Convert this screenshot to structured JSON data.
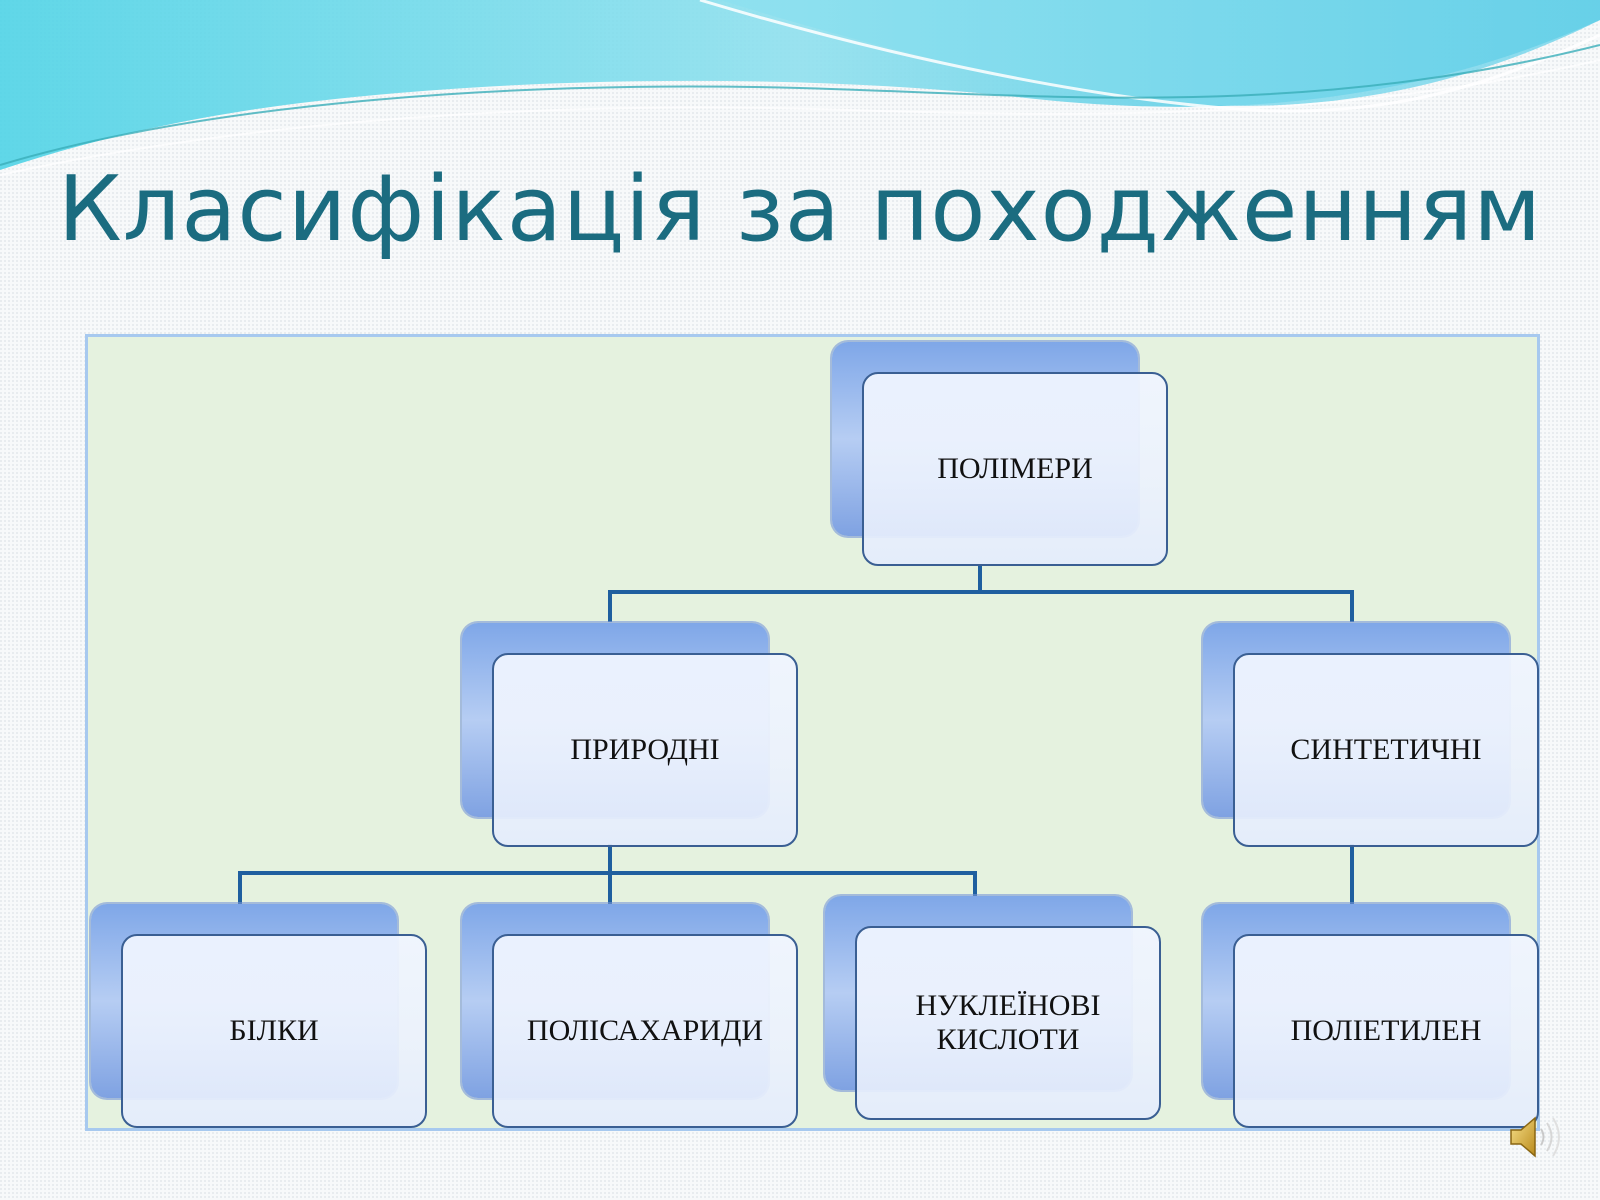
{
  "slide": {
    "title": "Класифікація за походженням"
  },
  "diagram": {
    "root": "ПОЛІМЕРИ",
    "natural": "ПРИРОДНІ",
    "synthetic": "СИНТЕТИЧНІ",
    "natural_children": [
      "БІЛКИ",
      "ПОЛІСАХАРИДИ",
      "НУКЛЕЇНОВІ КИСЛОТИ"
    ],
    "synthetic_children": [
      "ПОЛІЕТИЛЕН"
    ]
  },
  "colors": {
    "title": "#1b6c80",
    "panel": "#e5f2df",
    "connector": "#1f5f9f",
    "node_back": "#7fa7e8",
    "node_border": "#3a5f93"
  },
  "icons": {
    "audio": "speaker-icon"
  }
}
